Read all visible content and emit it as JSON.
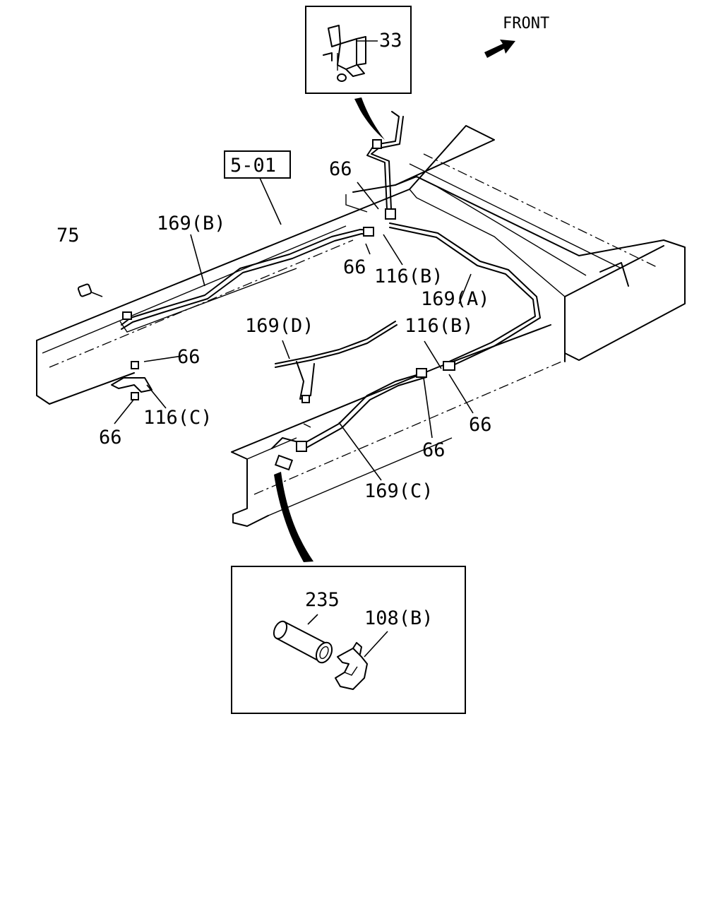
{
  "diagram": {
    "direction_label": "FRONT",
    "reference_box": "5-01",
    "callouts": {
      "c33": "33",
      "c75": "75",
      "c169B": "169(B)",
      "c66_top": "66",
      "c66_mid": "66",
      "c116B_top": "116(B)",
      "c169A": "169(A)",
      "c169D": "169(D)",
      "c116B_right": "116(B)",
      "c66_left": "66",
      "c116C": "116(C)",
      "c66_leftlow": "66",
      "c66_right": "66",
      "c66_rightmid": "66",
      "c169C": "169(C)",
      "c235": "235",
      "c108B": "108(B)"
    }
  }
}
